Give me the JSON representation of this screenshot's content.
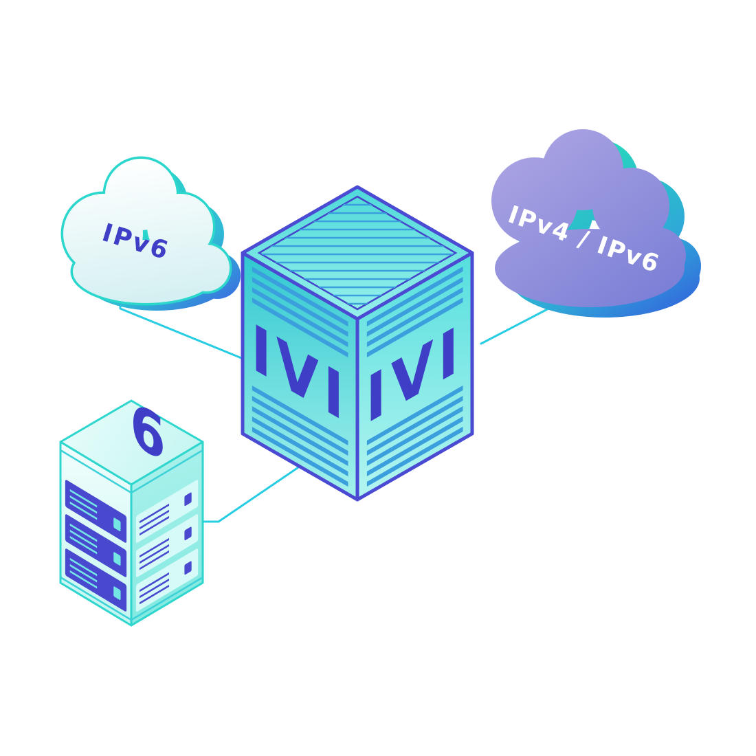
{
  "diagram": {
    "nodes": {
      "ipv6_cloud": {
        "label": "IPv6"
      },
      "dual_stack_cloud": {
        "label": "IPv4 / IPv6"
      },
      "ivi_box": {
        "left_face_label": "IVI",
        "right_face_label": "IVI"
      },
      "server": {
        "label": "6"
      }
    },
    "colors": {
      "indigo": "#3E3EC6",
      "cube_border": "#4A4AD2",
      "stripe_blue": "#3B9FDD",
      "teal_outline": "#2BD6CC",
      "connector_cyan": "#28CDE4",
      "cloud_purple": "#8D89DA",
      "shadow_blue": "#3A55E0",
      "white": "#FFFFFF"
    }
  }
}
